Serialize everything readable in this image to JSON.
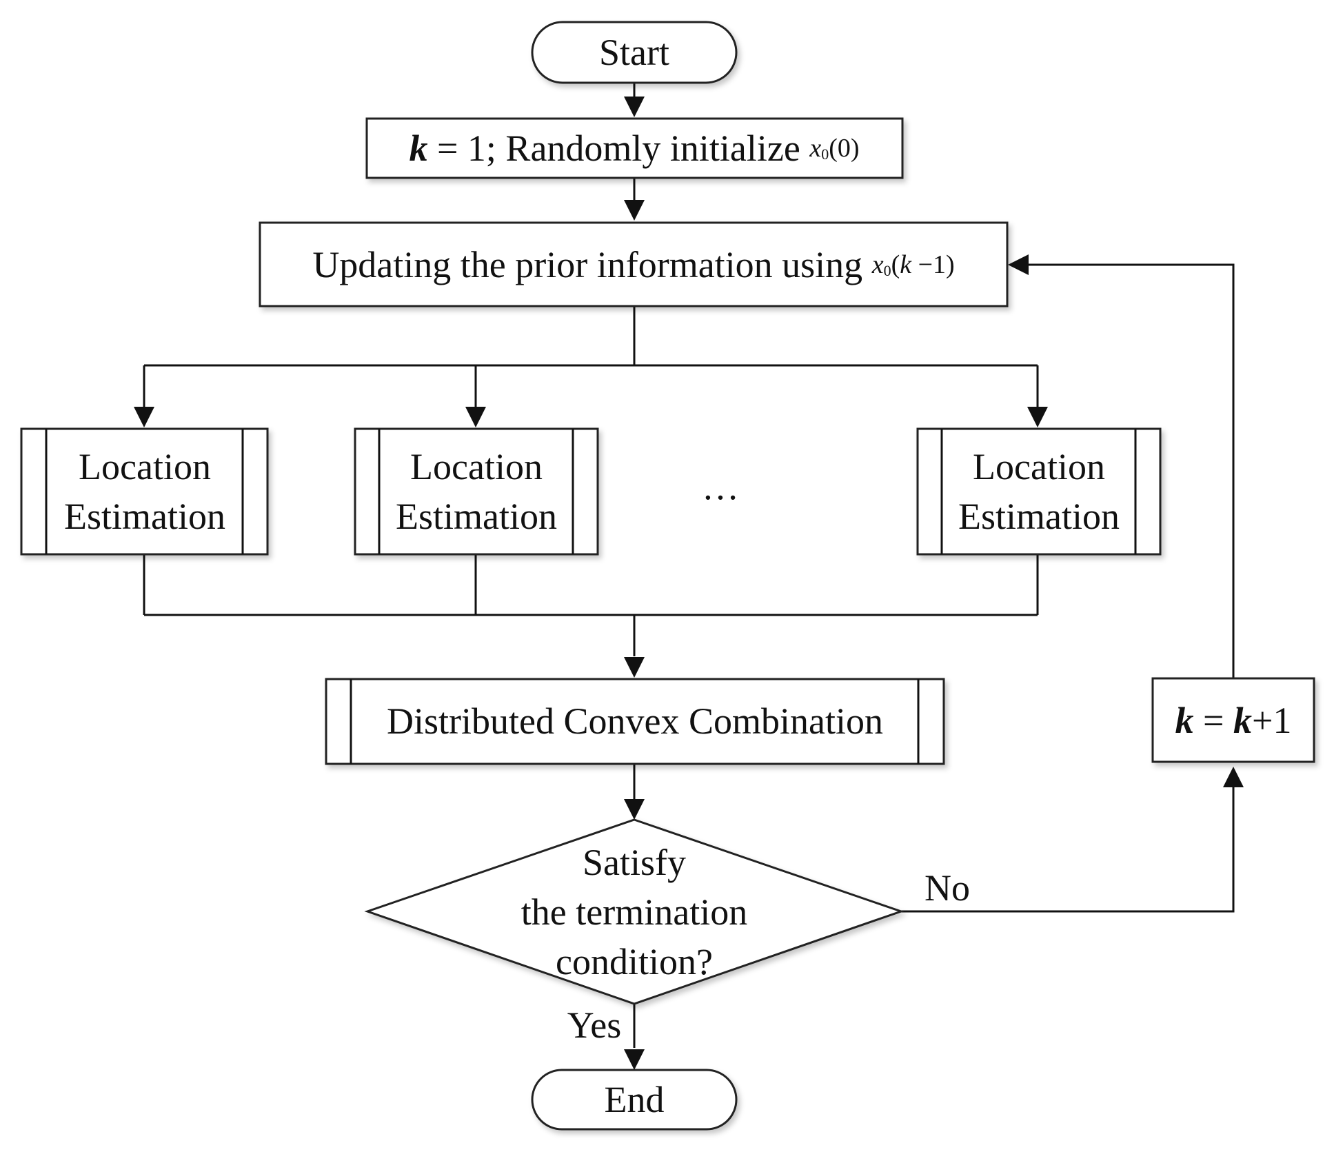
{
  "start": {
    "label": "Start"
  },
  "init": {
    "var": "k",
    "text": " = 1; Randomly initialize ",
    "math_var": "x",
    "math_hat": "^",
    "math_sub": "0",
    "math_arg": "(0)"
  },
  "update": {
    "text": "Updating the prior information using ",
    "math_var": "x",
    "math_hat": "^",
    "math_sub": "0",
    "math_open": "(",
    "math_arg_var": "k",
    "math_arg_rest": " −1)"
  },
  "estimation": [
    {
      "line1": "Location",
      "line2": "Estimation"
    },
    {
      "line1": "Location",
      "line2": "Estimation"
    },
    {
      "line1": "Location",
      "line2": "Estimation"
    }
  ],
  "ellipsis": "…",
  "combine": {
    "label": "Distributed Convex Combination"
  },
  "decision": {
    "line1": "Satisfy",
    "line2": "the termination",
    "line3": "condition?"
  },
  "no_label": "No",
  "yes_label": "Yes",
  "increment": {
    "var1": "k",
    "eq": " = ",
    "var2": "k",
    "rest": "+1"
  },
  "end": {
    "label": "End"
  },
  "colors": {
    "stroke": "#222222",
    "text": "#111111",
    "background": "#ffffff"
  }
}
